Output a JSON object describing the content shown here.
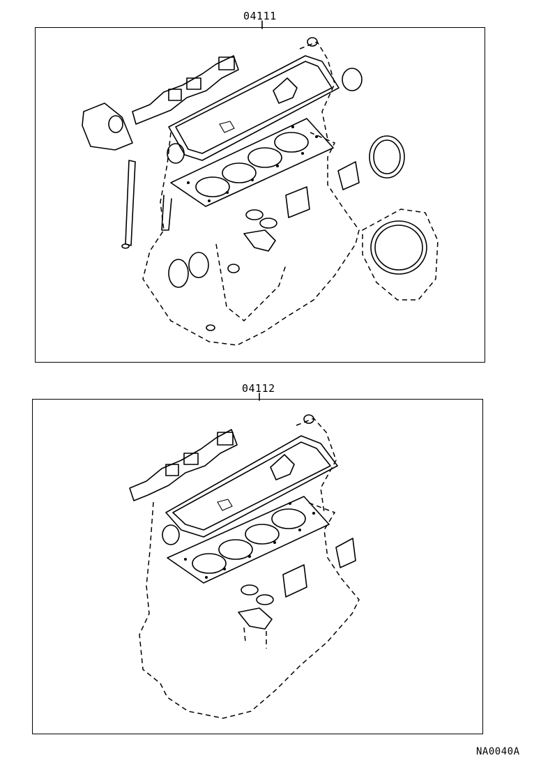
{
  "panels": [
    {
      "part_number": "04111"
    },
    {
      "part_number": "04112"
    }
  ],
  "figure_code": "NA0040A"
}
